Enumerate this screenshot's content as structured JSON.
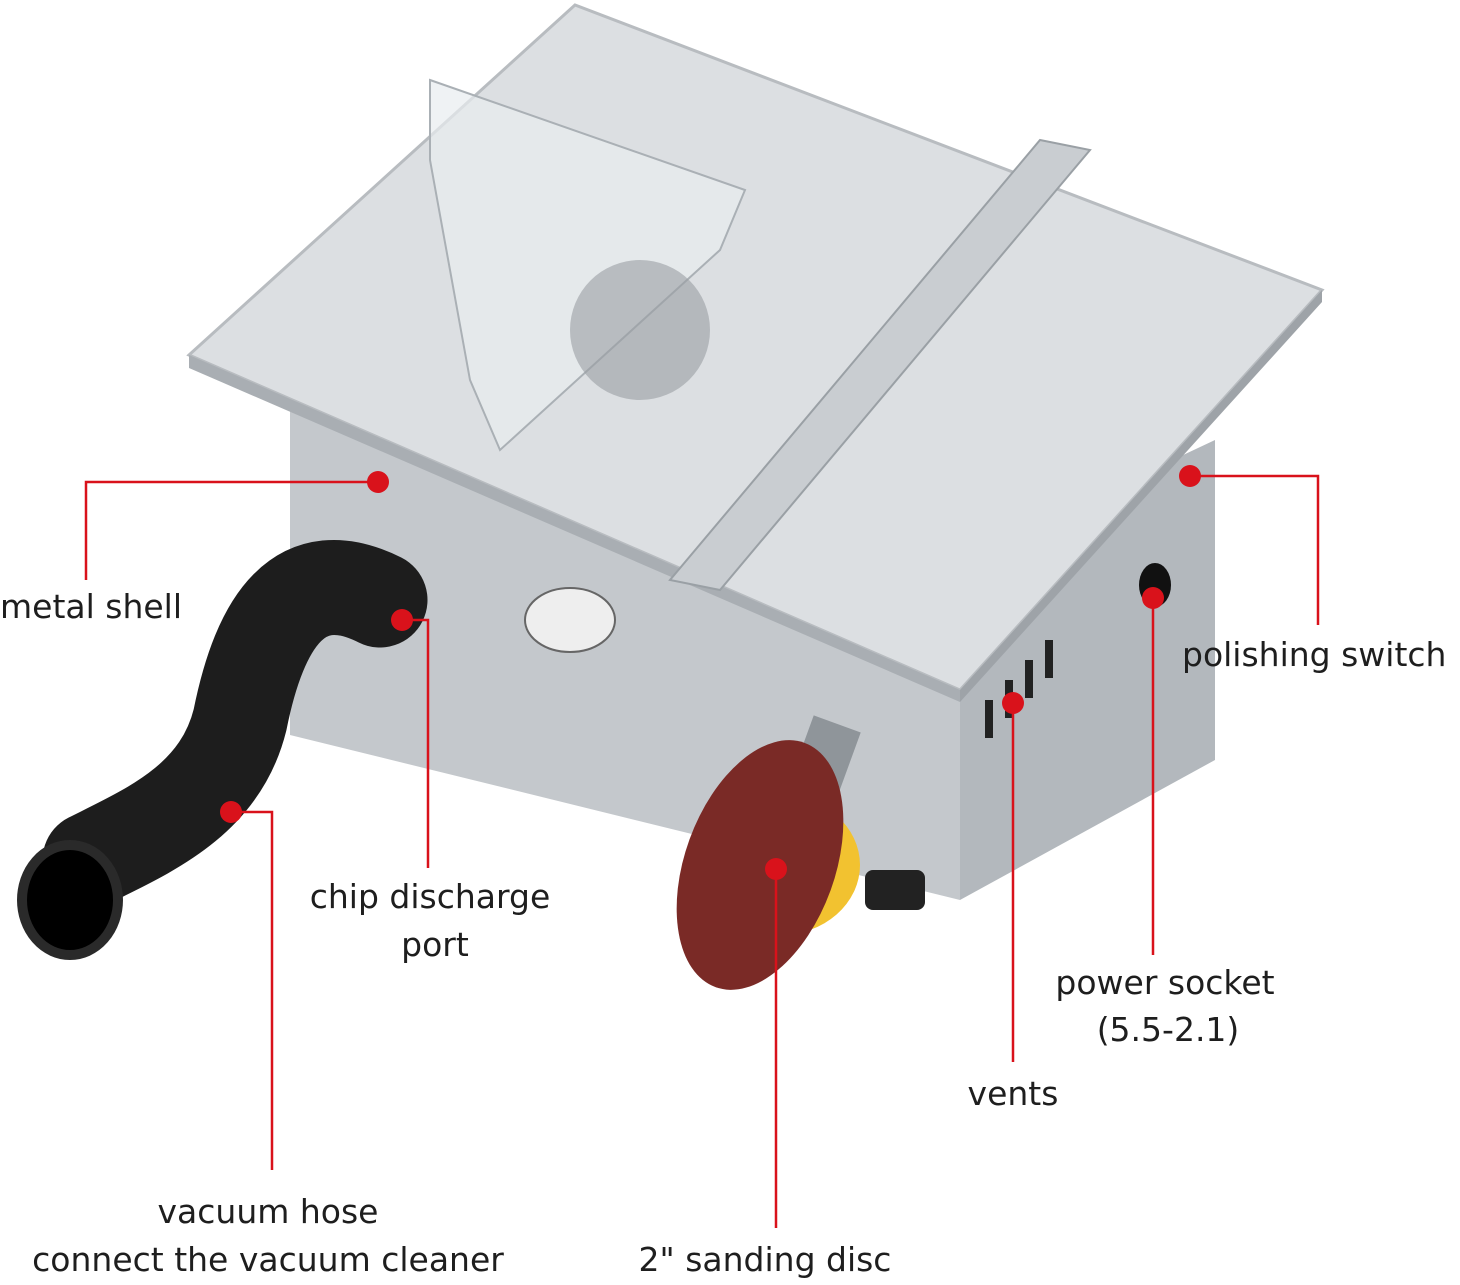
{
  "labels": {
    "metal_shell": "metal shell",
    "polishing_switch": "polishing switch",
    "chip_discharge_port_1": "chip discharge",
    "chip_discharge_port_2": "port",
    "vacuum_hose_1": "vacuum hose",
    "vacuum_hose_2": "connect the vacuum cleaner",
    "sanding_disc": "2\" sanding disc",
    "vents": "vents",
    "power_socket_1": "power socket",
    "power_socket_2": "(5.5-2.1)"
  },
  "colors": {
    "callout": "#d9121b",
    "table": "#d6d9dc",
    "body": "#c3c7cb",
    "hose": "#1a1a1a",
    "disc": "#7a2a26",
    "pad": "#f2c230"
  }
}
